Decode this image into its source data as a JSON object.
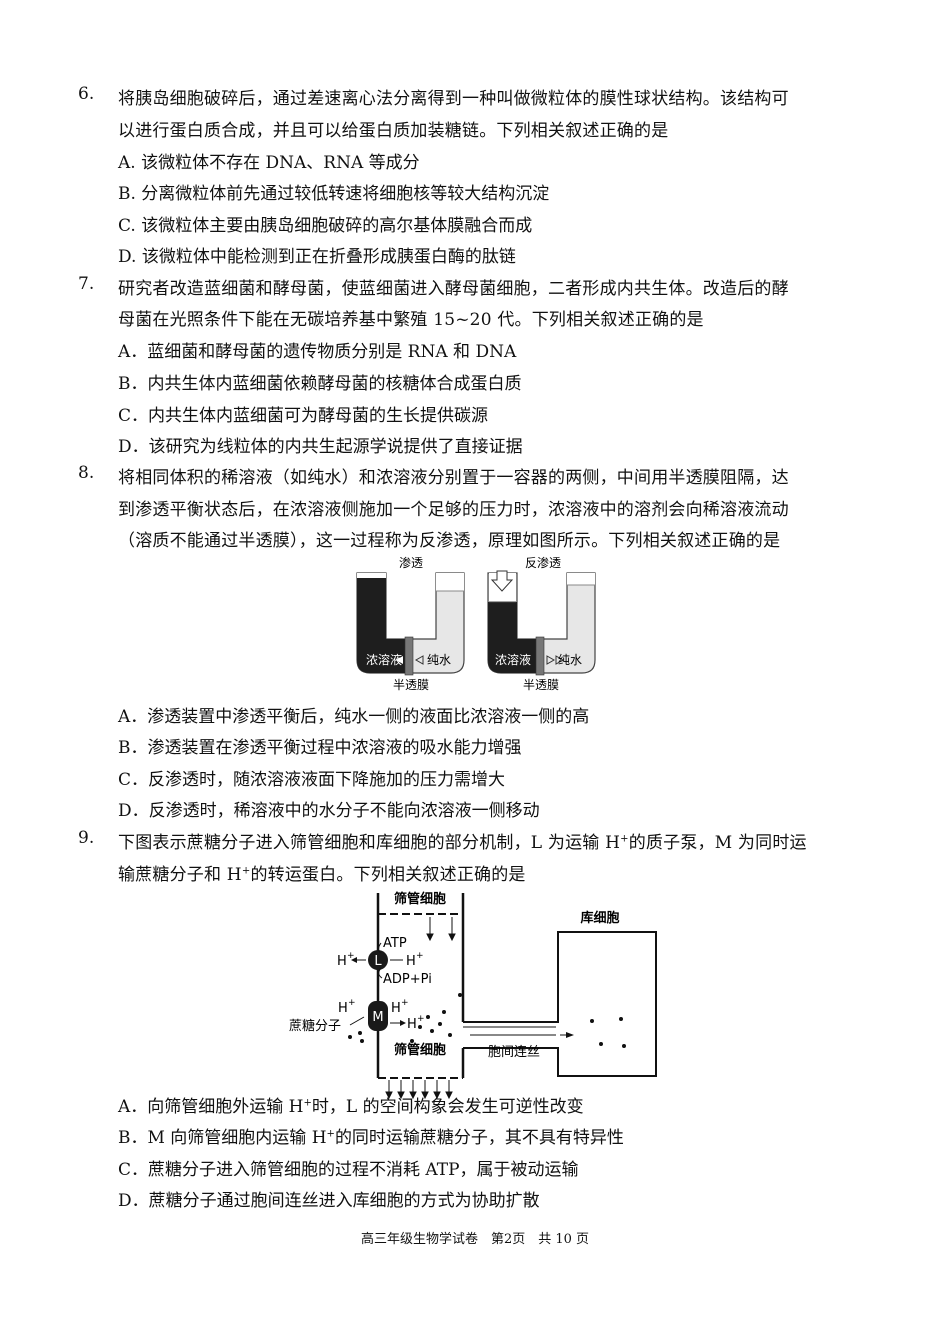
{
  "q6": {
    "num": "6.",
    "lines": [
      "将胰岛细胞破碎后，通过差速离心法分离得到一种叫做微粒体的膜性球状结构。该结构可",
      "以进行蛋白质合成，并且可以给蛋白质加装糖链。下列相关叙述正确的是"
    ],
    "options": [
      "A. 该微粒体不存在 DNA、RNA 等成分",
      "B. 分离微粒体前先通过较低转速将细胞核等较大结构沉淀",
      "C. 该微粒体主要由胰岛细胞破碎的高尔基体膜融合而成",
      "D. 该微粒体中能检测到正在折叠形成胰蛋白酶的肽链"
    ]
  },
  "q7": {
    "num": "7.",
    "lines": [
      "研究者改造蓝细菌和酵母菌，使蓝细菌进入酵母菌细胞，二者形成内共生体。改造后的酵",
      "母菌在光照条件下能在无碳培养基中繁殖 15~20 代。下列相关叙述正确的是"
    ],
    "options": [
      "A．蓝细菌和酵母菌的遗传物质分别是 RNA 和 DNA",
      "B．内共生体内蓝细菌依赖酵母菌的核糖体合成蛋白质",
      "C．内共生体内蓝细菌可为酵母菌的生长提供碳源",
      "D．该研究为线粒体的内共生起源学说提供了直接证据"
    ]
  },
  "q8": {
    "num": "8.",
    "lines": [
      "将相同体积的稀溶液（如纯水）和浓溶液分别置于一容器的两侧，中间用半透膜阻隔，达",
      "到渗透平衡状态后，在浓溶液侧施加一个足够的压力时，浓溶液中的溶剂会向稀溶液流动",
      "（溶质不能通过半透膜），这一过程称为反渗透，原理如图所示。下列相关叙述正确的是"
    ],
    "figure": {
      "left_title": "渗透",
      "right_title": "反渗透",
      "concentrated": "浓溶液",
      "pure_water": "纯水",
      "membrane": "半透膜"
    },
    "options": [
      "A．渗透装置中渗透平衡后，纯水一侧的液面比浓溶液一侧的高",
      "B．渗透装置在渗透平衡过程中浓溶液的吸水能力增强",
      "C．反渗透时，随浓溶液液面下降施加的压力需增大",
      "D．反渗透时，稀溶液中的水分子不能向浓溶液一侧移动"
    ]
  },
  "q9": {
    "num": "9.",
    "line1_a": "下图表示蔗糖分子进入筛管细胞和库细胞的部分机制，L 为运输 H",
    "line1_b": "的质子泵，M 为同时运",
    "line2_a": "输蔗糖分子和 H",
    "line2_b": "的转运蛋白。下列相关叙述正确的是",
    "plus": "+",
    "figure": {
      "sieve_top": "筛管细胞",
      "sieve_bottom": "筛管细胞",
      "sink": "库细胞",
      "plasmodesmata": "胞间连丝",
      "sucrose": "蔗糖分子",
      "atp": "ATP",
      "adp": "ADP+Pi",
      "h": "H",
      "L": "L",
      "M": "M"
    },
    "optA_a": "A．向筛管细胞外运输 H",
    "optA_b": "时，L 的空间构象会发生可逆性改变",
    "optB_a": "B．M 向筛管细胞内运输 H",
    "optB_b": "的同时运输蔗糖分子，其不具有特异性",
    "optC": "C．蔗糖分子进入筛管细胞的过程不消耗 ATP，属于被动运输",
    "optD": "D．蔗糖分子通过胞间连丝进入库细胞的方式为协助扩散"
  },
  "footer": "高三年级生物学试卷　第2页　共 10 页"
}
